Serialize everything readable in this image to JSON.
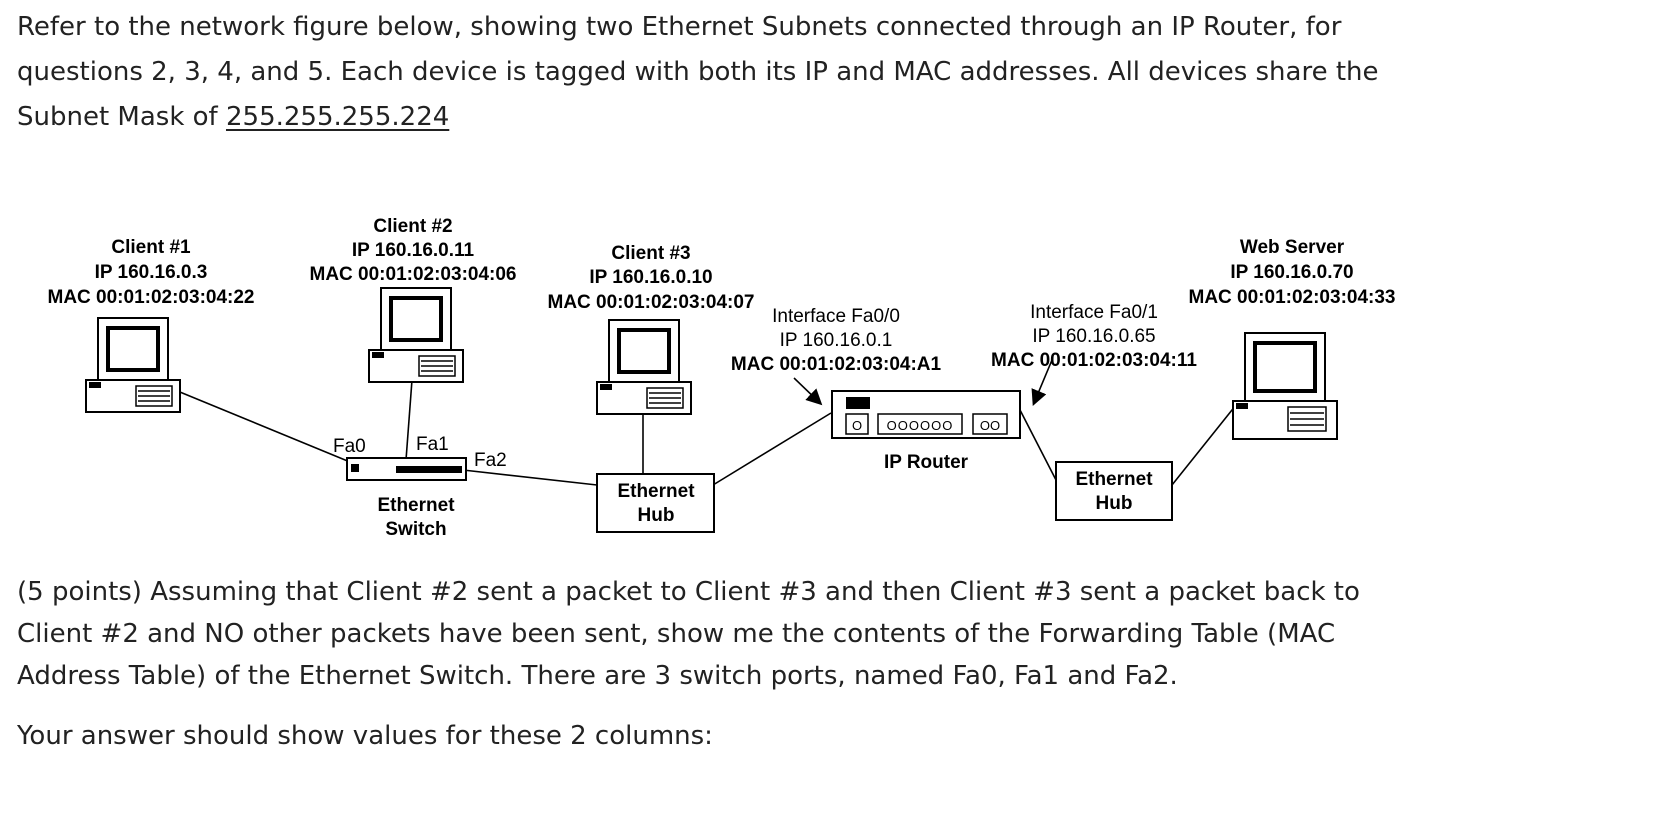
{
  "intro": {
    "line1": "Refer to the network figure below, showing two Ethernet Subnets connected through an IP Router, for",
    "line2": "questions 2, 3, 4, and 5. Each device is tagged with both its IP and MAC addresses. All devices share the",
    "line3_prefix": "Subnet Mask of ",
    "subnet_mask": "255.255.255.224"
  },
  "diagram": {
    "client1": {
      "name": "Client #1",
      "ip": "IP 160.16.0.3",
      "mac": "MAC 00:01:02:03:04:22"
    },
    "client2": {
      "name": "Client #2",
      "ip": "IP 160.16.0.11",
      "mac": "MAC 00:01:02:03:04:06"
    },
    "client3": {
      "name": "Client #3",
      "ip": "IP 160.16.0.10",
      "mac": "MAC 00:01:02:03:04:07"
    },
    "web_server": {
      "name": "Web Server",
      "ip": "IP 160.16.0.70",
      "mac": "MAC 00:01:02:03:04:33"
    },
    "router_if0": {
      "name": "Interface Fa0/0",
      "ip": "IP 160.16.0.1",
      "mac": "MAC 00:01:02:03:04:A1"
    },
    "router_if1": {
      "name": "Interface Fa0/1",
      "ip": "IP 160.16.0.65",
      "mac": "MAC 00:01:02:03:04:11"
    },
    "router_label": "IP Router",
    "router_ports": "OOOOOO",
    "router_ports2": "OO",
    "router_port1": "O",
    "switch_label1": "Ethernet",
    "switch_label2": "Switch",
    "hub_label1": "Ethernet",
    "hub_label2": "Hub",
    "ports": {
      "fa0": "Fa0",
      "fa1": "Fa1",
      "fa2": "Fa2"
    }
  },
  "question": {
    "line1": "(5 points)  Assuming that Client #2 sent a packet to Client #3 and then Client #3 sent a packet back to",
    "line2": "Client #2 and NO other packets have been sent, show me the contents of the Forwarding Table (MAC",
    "line3": "Address Table) of the Ethernet Switch.  There are 3 switch ports, named Fa0, Fa1 and Fa2.",
    "line4": "Your answer should show values for these 2 columns:"
  }
}
